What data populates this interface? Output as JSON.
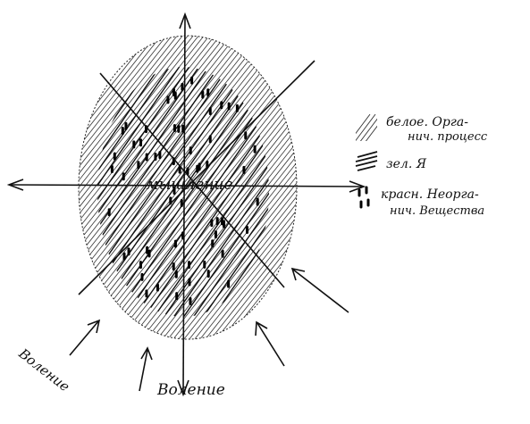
{
  "center_label": "мышление",
  "bottom_label": "Воление",
  "corner_label": "Воление",
  "legend": [
    {
      "symbol": "fine-hatch",
      "line1": "белое. Орга-",
      "line2": "нич. процесс"
    },
    {
      "symbol": "heavy-hatch",
      "line1": "зел. Я",
      "line2": ""
    },
    {
      "symbol": "red-dashes",
      "line1": "красн. Неорга-",
      "line2": "нич. Вещества"
    }
  ],
  "colors": {
    "ink": "#111111",
    "paper": "#ffffff"
  }
}
